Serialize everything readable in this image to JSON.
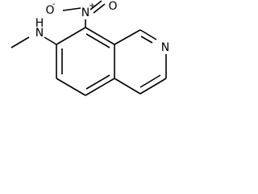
{
  "structure": {
    "atoms": {
      "oxygen_minus": "O",
      "oxygen_minus_charge": "-",
      "oxygen_double": "O",
      "nitro_nitrogen": "N",
      "nitro_nitrogen_charge": "+",
      "amine_nitrogen": "N",
      "amine_hydrogen": "H",
      "ring_nitrogen": "N"
    }
  }
}
